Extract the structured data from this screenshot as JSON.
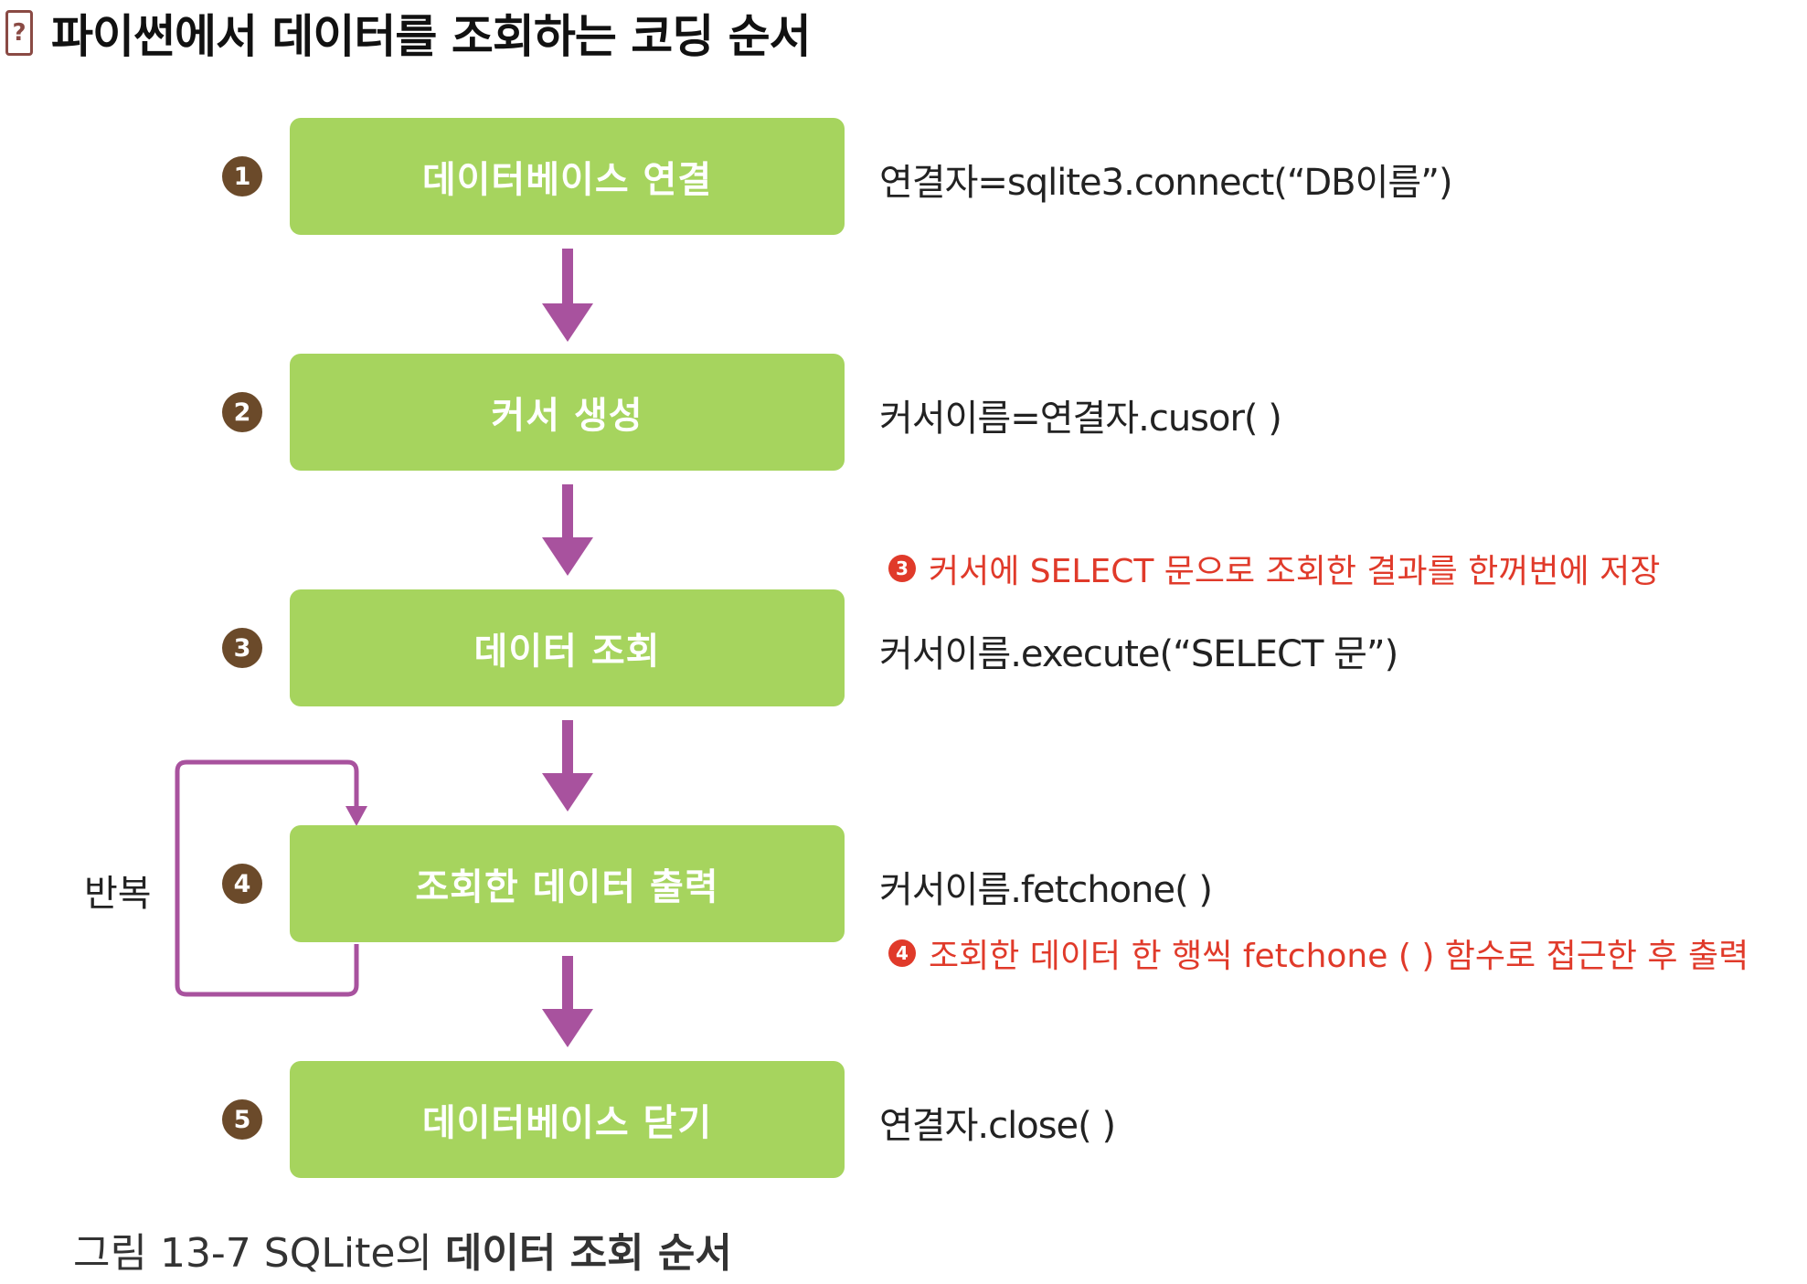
{
  "title": "파이썬에서 데이터를 조회하는 코딩 순서",
  "icon": {
    "name": "question-mark-icon",
    "glyph": "?"
  },
  "colors": {
    "box": "#a6d45e",
    "arrow": "#a8529e",
    "badge": "#6b4a2a",
    "note": "#e03a2a"
  },
  "steps": [
    {
      "num": "1",
      "label": "데이터베이스 연결",
      "code": "연결자=sqlite3.connect(“DB이름”)"
    },
    {
      "num": "2",
      "label": "커서 생성",
      "code": "커서이름=연결자.cusor( )"
    },
    {
      "num": "3",
      "label": "데이터 조회",
      "code": "커서이름.execute(“SELECT 문”)"
    },
    {
      "num": "4",
      "label": "조회한 데이터 출력",
      "code": "커서이름.fetchone( )"
    },
    {
      "num": "5",
      "label": "데이터베이스 닫기",
      "code": "연결자.close( )"
    }
  ],
  "notes": [
    {
      "num": "3",
      "text": "커서에 SELECT 문으로 조회한 결과를 한꺼번에 저장"
    },
    {
      "num": "4",
      "text": "조회한 데이터 한 행씩 fetchone ( ) 함수로 접근한 후 출력"
    }
  ],
  "repeat_label": "반복",
  "caption": {
    "prefix": "그림 13-7 SQLite의 ",
    "bold": "데이터 조회 순서"
  }
}
